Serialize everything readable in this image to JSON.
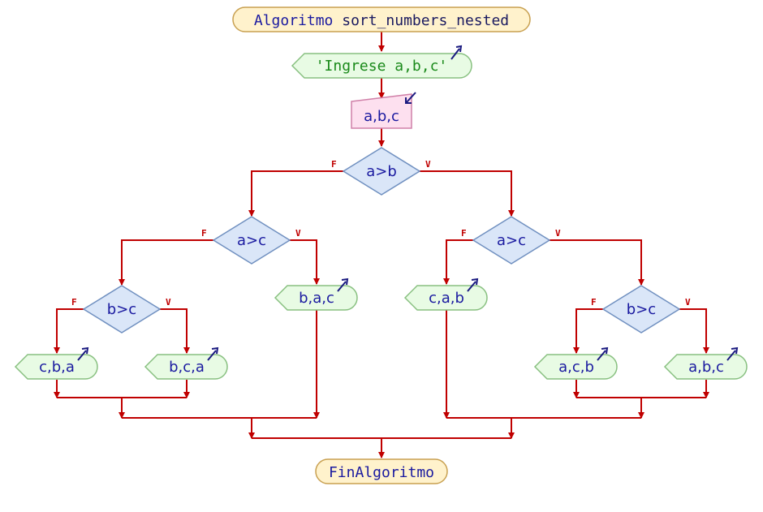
{
  "start": {
    "keyword": "Algoritmo",
    "name": "sort_numbers_nested"
  },
  "prompt": {
    "text": "'Ingrese a,b,c'"
  },
  "read": {
    "text": "a,b,c"
  },
  "cond_ab": {
    "text": "a>b",
    "false_label": "F",
    "true_label": "V"
  },
  "cond_ac_left": {
    "text": "a>c",
    "false_label": "F",
    "true_label": "V"
  },
  "cond_ac_right": {
    "text": "a>c",
    "false_label": "F",
    "true_label": "V"
  },
  "cond_bc_left": {
    "text": "b>c",
    "false_label": "F",
    "true_label": "V"
  },
  "cond_bc_right": {
    "text": "b>c",
    "false_label": "F",
    "true_label": "V"
  },
  "out_cba": {
    "text": "c,b,a"
  },
  "out_bca": {
    "text": "b,c,a"
  },
  "out_bac": {
    "text": "b,a,c"
  },
  "out_cab": {
    "text": "c,a,b"
  },
  "out_acb": {
    "text": "a,c,b"
  },
  "out_abc": {
    "text": "a,b,c"
  },
  "end": {
    "text": "FinAlgoritmo"
  },
  "colors": {
    "edge": "#c00000",
    "keyword": "#1a1aa0",
    "string": "#1a8a1a",
    "text": "#1a1aa0",
    "terminal_fill": "#fff2cc",
    "output_fill": "#e8fbe4",
    "input_fill": "#fde0ef",
    "decision_fill": "#dae6f8",
    "arrow_icon": "#1a1a80"
  }
}
